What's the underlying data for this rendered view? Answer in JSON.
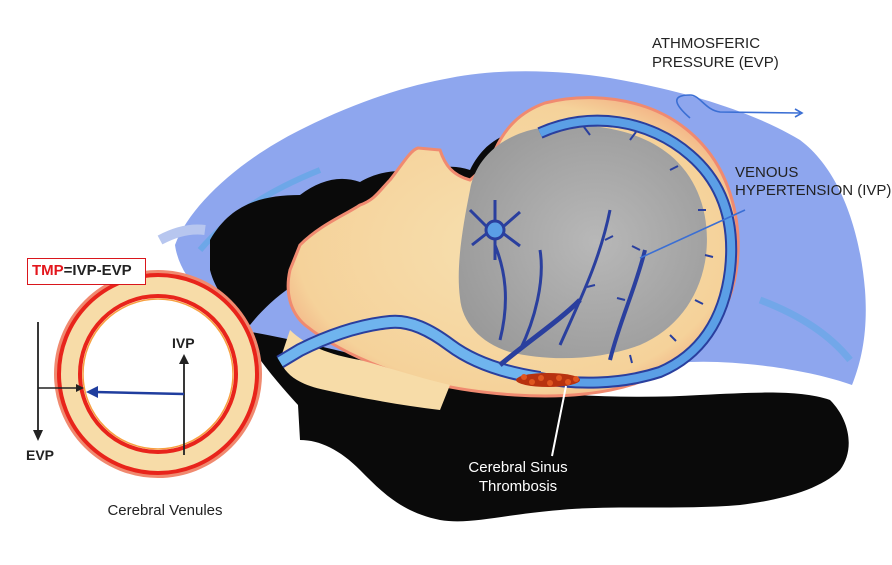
{
  "labels": {
    "atmospheric_pressure": {
      "line1": "ATHMOSFERIC",
      "line2": "PRESSURE (EVP)"
    },
    "venous_hypertension": {
      "line1": "VENOUS",
      "line2": "HYPERTENSION (IVP)"
    },
    "tmp_formula": {
      "term": "TMP",
      "rest": "=IVP-EVP"
    },
    "ivp_arrow": "IVP",
    "evp_arrow": "EVP",
    "cerebral_venules": "Cerebral Venules",
    "cerebral_sinus_thrombosis": {
      "line1": "Cerebral Sinus",
      "line2": "Thrombosis"
    }
  },
  "colors": {
    "pillow": "#8ea6ee",
    "hair": "#0a0a0a",
    "skin": "#f7dca8",
    "brain": "#a9a9a9",
    "vessel": "#5b9fe6",
    "vessel_outline": "#2a3f9e",
    "venule_ring": "#e8241b",
    "venule_wall": "#f4d9a2",
    "thrombus": "#b8320f",
    "formula_red": "#e3161c"
  }
}
